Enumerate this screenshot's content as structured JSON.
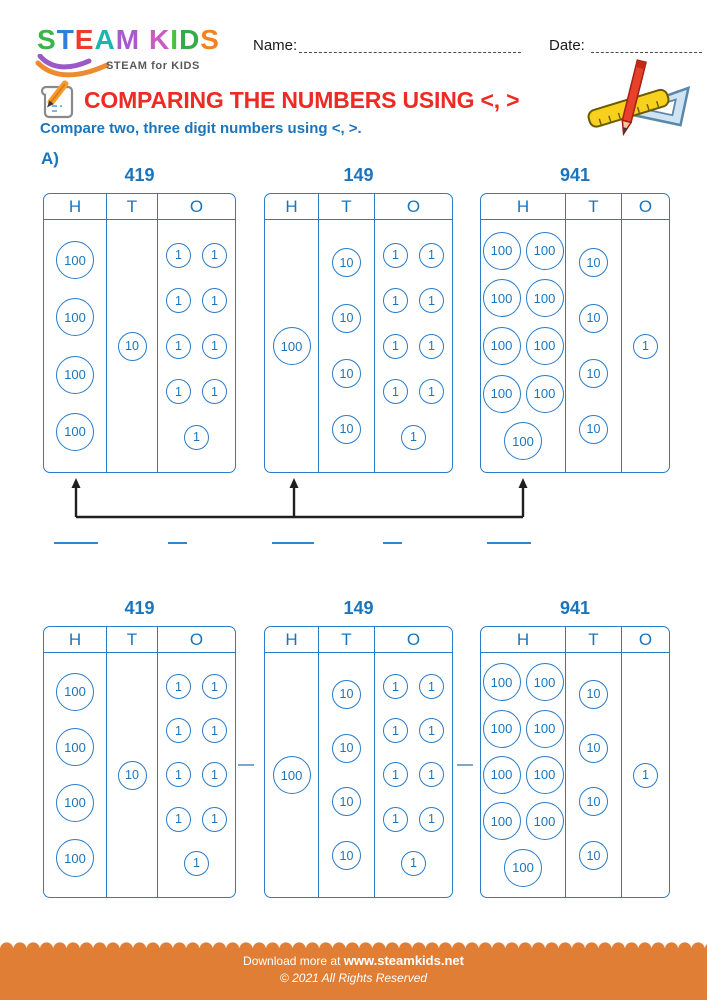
{
  "colors": {
    "blue": "#1b75bc",
    "border_blue": "#2a7cc9",
    "red": "#ee2a24",
    "orange": "#e17e36",
    "blank_blue": "#2e86cf",
    "dash_blue": "#7fa7cd",
    "arrow_black": "#1f1f1f"
  },
  "logo": {
    "letters": [
      {
        "ch": "S",
        "color": "#3bb54a"
      },
      {
        "ch": "T",
        "color": "#2e7fd9"
      },
      {
        "ch": "E",
        "color": "#ec3a2e"
      },
      {
        "ch": "A",
        "color": "#1ab5ad"
      },
      {
        "ch": "M",
        "color": "#a95bcd"
      },
      {
        "ch": " ",
        "color": ""
      },
      {
        "ch": "K",
        "color": "#c95bc5"
      },
      {
        "ch": "I",
        "color": "#4bbf3f"
      },
      {
        "ch": "D",
        "color": "#35ab4a"
      },
      {
        "ch": "S",
        "color": "#f58220"
      }
    ],
    "tagline": "STEAM for KIDS"
  },
  "form": {
    "name_label": "Name:",
    "date_label": "Date:"
  },
  "title": "COMPARING THE NUMBERS USING <, >",
  "subtitle": "Compare two, three digit numbers using <, >.",
  "section_label": "A)",
  "worksheet": {
    "column_headers": [
      "H",
      "T",
      "O"
    ],
    "disc_values": {
      "hundreds": "100",
      "tens": "10",
      "ones": "1"
    },
    "numbers": [
      {
        "label": "419",
        "hundreds": 4,
        "tens": 1,
        "ones": 9
      },
      {
        "label": "149",
        "hundreds": 1,
        "tens": 4,
        "ones": 9
      },
      {
        "label": "941",
        "hundreds": 9,
        "tens": 4,
        "ones": 1
      }
    ]
  },
  "footer": {
    "line1_prefix": "Download more at",
    "line1_site": "www.steamkids.net",
    "line2": "© 2021 All Rights Reserved"
  }
}
